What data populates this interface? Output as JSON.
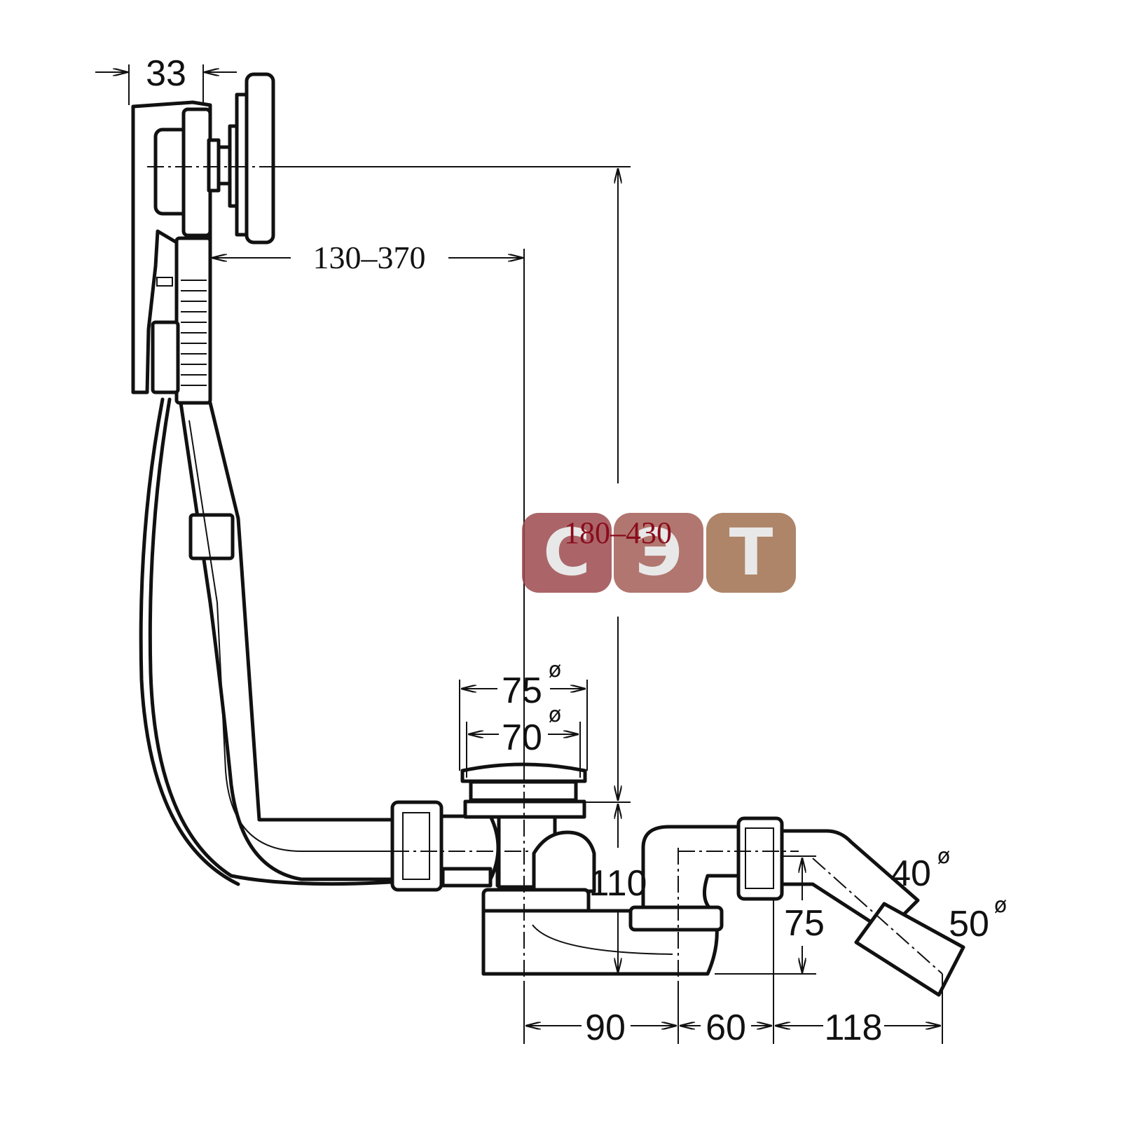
{
  "dimensions": {
    "overflow_width": "33",
    "overflow_reach": "130–370",
    "overflow_height": "180–430",
    "plug_outer_dia": "75",
    "plug_inner_dia": "70",
    "trap_height": "110",
    "outlet_height": "75",
    "offset_a": "90",
    "offset_b": "60",
    "offset_c": "118",
    "outlet_dia_inner": "40",
    "outlet_dia_outer": "50",
    "diameter_symbol": "ø"
  },
  "watermark": {
    "letters": [
      "С",
      "Э",
      "Т"
    ],
    "colors": [
      "#9c4a4e",
      "#a35e56",
      "#a0704f"
    ]
  }
}
